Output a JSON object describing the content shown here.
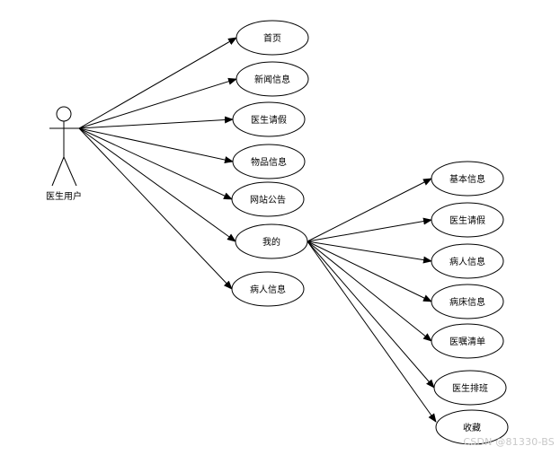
{
  "actor": {
    "label": "医生用户",
    "icon": "stick-figure-icon"
  },
  "use_cases": [
    {
      "id": "home",
      "label": "首页"
    },
    {
      "id": "news",
      "label": "新闻信息"
    },
    {
      "id": "doctor-leave",
      "label": "医生请假"
    },
    {
      "id": "items",
      "label": "物品信息"
    },
    {
      "id": "announcement",
      "label": "网站公告"
    },
    {
      "id": "mine",
      "label": "我的"
    },
    {
      "id": "patient-info",
      "label": "病人信息"
    }
  ],
  "sub_use_cases": [
    {
      "id": "basic-info",
      "label": "基本信息"
    },
    {
      "id": "doctor-leave-2",
      "label": "医生请假"
    },
    {
      "id": "patient-info-2",
      "label": "病人信息"
    },
    {
      "id": "bed-info",
      "label": "病床信息"
    },
    {
      "id": "medical-orders",
      "label": "医嘱清单"
    },
    {
      "id": "doctor-schedule",
      "label": "医生排班"
    },
    {
      "id": "favorites",
      "label": "收藏"
    }
  ],
  "watermark": "CSDN @81330-BS"
}
